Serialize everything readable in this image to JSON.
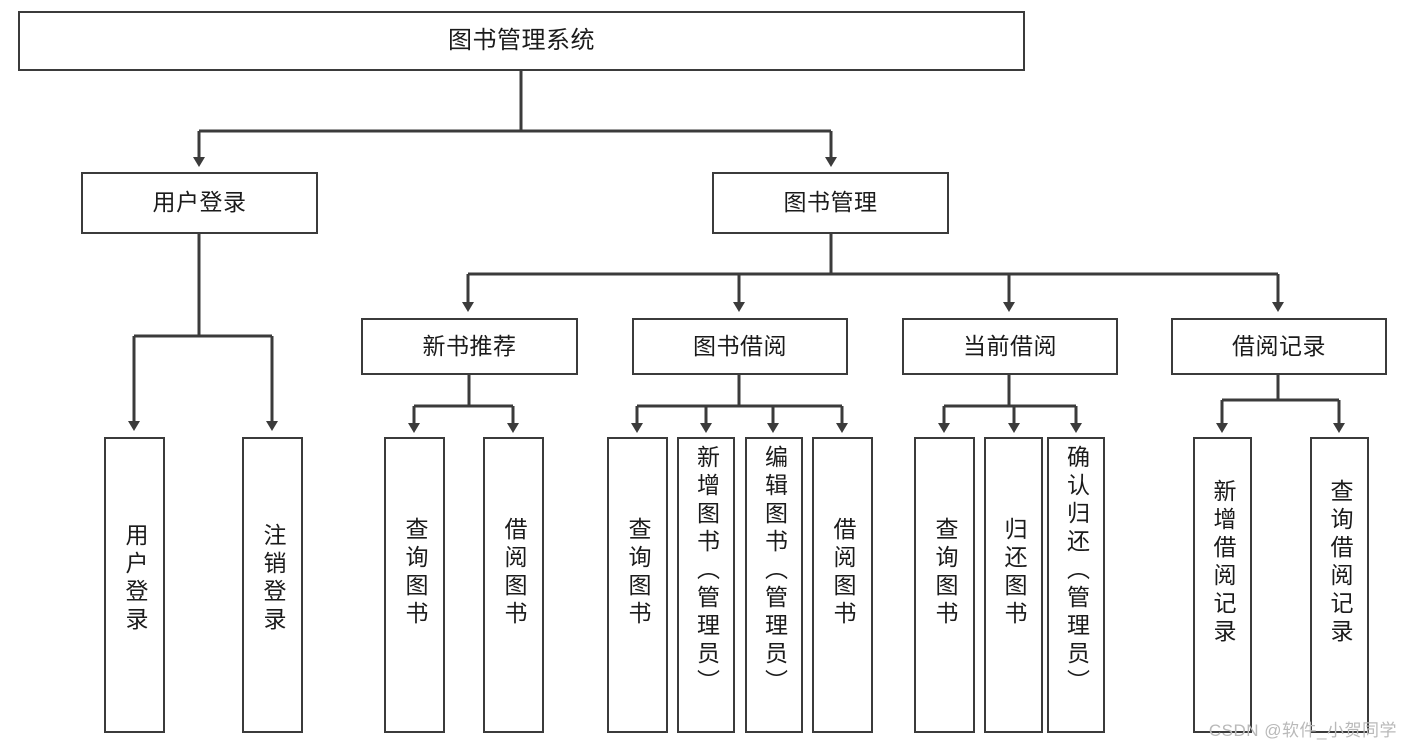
{
  "diagram": {
    "title": "图书管理系统",
    "type": "tree-hierarchy-diagram",
    "colors": {
      "box_border": "#3b3b3b",
      "box_fill": "#ffffff",
      "connector": "#3b3b3b",
      "text": "#1b1b1b",
      "watermark": "#b9b9b9",
      "background": "#ffffff"
    },
    "nodes": {
      "root": {
        "label": "图书管理系统"
      },
      "level2": [
        {
          "label": "用户登录"
        },
        {
          "label": "图书管理"
        }
      ],
      "level3": [
        {
          "label": "新书推荐"
        },
        {
          "label": "图书借阅"
        },
        {
          "label": "当前借阅"
        },
        {
          "label": "借阅记录"
        }
      ],
      "leaves_user_login": [
        {
          "label": "用户登录"
        },
        {
          "label": "注销登录"
        }
      ],
      "leaves_new_book": [
        {
          "label": "查询图书"
        },
        {
          "label": "借阅图书"
        }
      ],
      "leaves_borrow": [
        {
          "label": "查询图书"
        },
        {
          "label": "新增图书（管理员）"
        },
        {
          "label": "编辑图书（管理员）"
        },
        {
          "label": "借阅图书"
        }
      ],
      "leaves_current": [
        {
          "label": "查询图书"
        },
        {
          "label": "归还图书"
        },
        {
          "label": "确认归还（管理员）"
        }
      ],
      "leaves_records": [
        {
          "label": "新增借阅记录"
        },
        {
          "label": "查询借阅记录"
        }
      ]
    }
  },
  "watermark": {
    "text": "CSDN @软件_小贺同学"
  }
}
